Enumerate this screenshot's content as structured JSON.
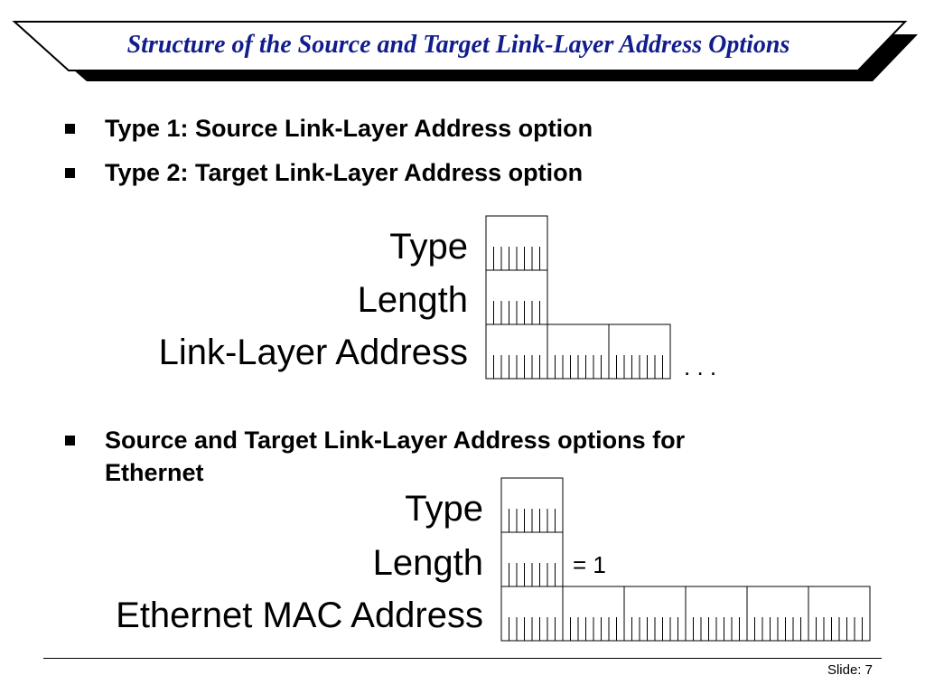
{
  "title": "Structure of the Source and Target Link-Layer Address Options",
  "colors": {
    "title": "#111d8c",
    "banner_shadow": "#000000",
    "text": "#000000"
  },
  "bullets": [
    {
      "icon": "square-bullet-icon",
      "text": "Type 1: Source Link-Layer Address option"
    },
    {
      "icon": "square-bullet-icon",
      "text": "Type 2: Target Link-Layer Address option"
    },
    {
      "icon": "square-bullet-icon",
      "line1": "Source and Target Link-Layer Address options for",
      "line2": "Ethernet"
    }
  ],
  "diagram1": {
    "labels": {
      "type": "Type",
      "length": "Length",
      "address": "Link-Layer Address"
    },
    "address_octets_shown": 3,
    "ellipsis": ". . ."
  },
  "diagram2": {
    "labels": {
      "type": "Type",
      "length": "Length",
      "address": "Ethernet MAC Address"
    },
    "length_value": "= 1",
    "address_octets_shown": 6
  },
  "footer": {
    "slide": "Slide: 7"
  }
}
